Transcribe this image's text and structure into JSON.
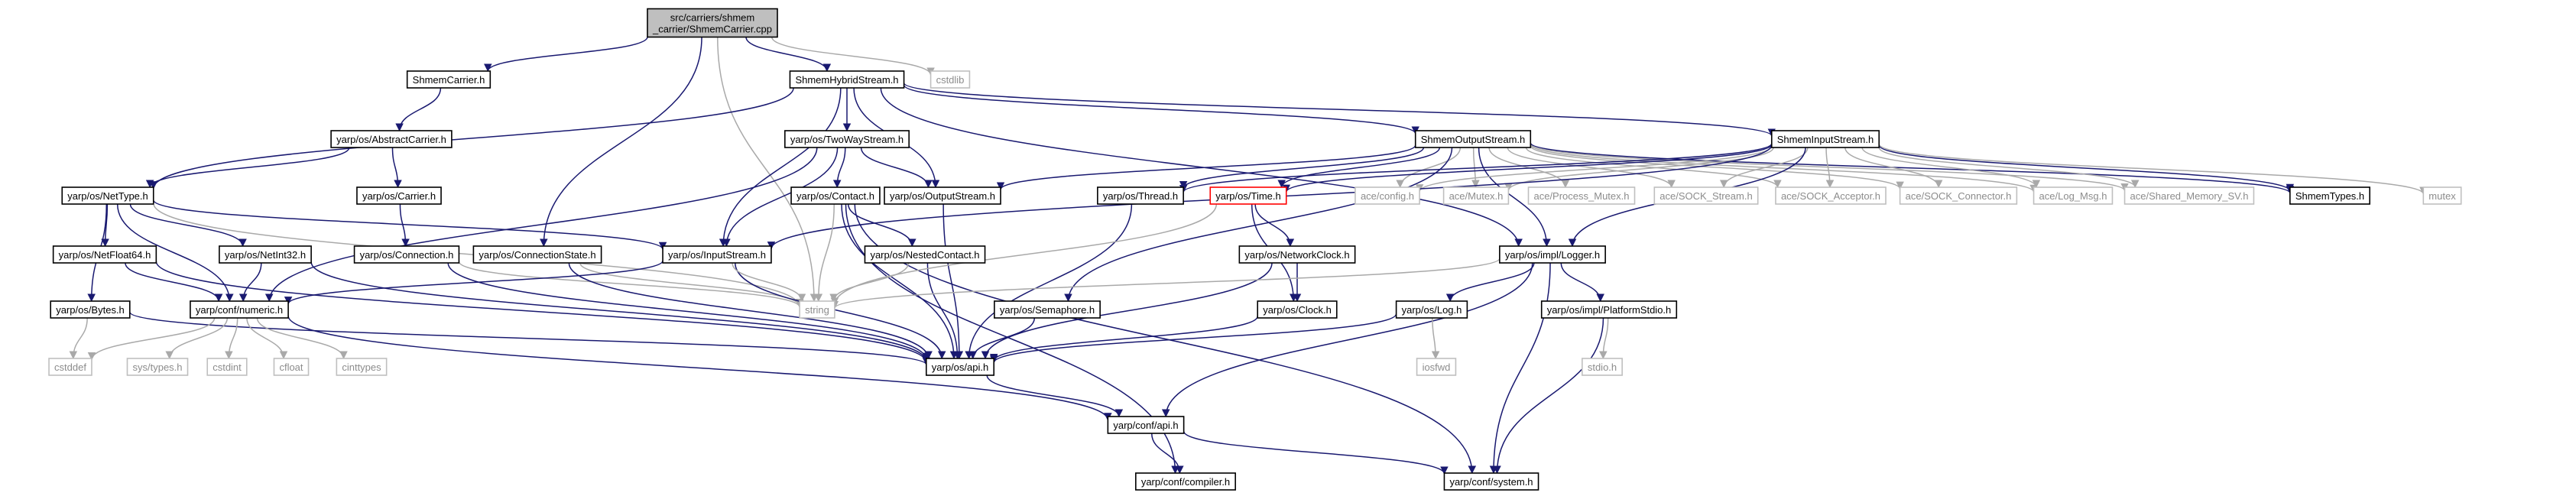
{
  "graph": {
    "root": "root",
    "colors": {
      "edge": "#191970",
      "weak_edge": "#a9a9a9",
      "node_border": "#000000",
      "external_border": "#bfbfbf",
      "external_text": "#8c8c8c",
      "missing_border": "#ff0000",
      "root_fill": "#bfbfbf",
      "node_fill": "#ffffff"
    },
    "nodes": [
      {
        "id": "root",
        "lines": [
          "src/carriers/shmem",
          "_carrier/ShmemCarrier.cpp"
        ],
        "kind": "root"
      },
      {
        "id": "shmemcarrier",
        "lines": [
          "ShmemCarrier.h"
        ],
        "kind": "normal"
      },
      {
        "id": "hybrid",
        "lines": [
          "ShmemHybridStream.h"
        ],
        "kind": "normal"
      },
      {
        "id": "cstdlib",
        "lines": [
          "cstdlib"
        ],
        "kind": "external"
      },
      {
        "id": "abstractcarrier",
        "lines": [
          "yarp/os/AbstractCarrier.h"
        ],
        "kind": "normal"
      },
      {
        "id": "twoway",
        "lines": [
          "yarp/os/TwoWayStream.h"
        ],
        "kind": "normal"
      },
      {
        "id": "shmout",
        "lines": [
          "ShmemOutputStream.h"
        ],
        "kind": "normal"
      },
      {
        "id": "shmin",
        "lines": [
          "ShmemInputStream.h"
        ],
        "kind": "normal"
      },
      {
        "id": "nettype",
        "lines": [
          "yarp/os/NetType.h"
        ],
        "kind": "normal"
      },
      {
        "id": "carrier",
        "lines": [
          "yarp/os/Carrier.h"
        ],
        "kind": "normal"
      },
      {
        "id": "contact",
        "lines": [
          "yarp/os/Contact.h"
        ],
        "kind": "normal"
      },
      {
        "id": "outputstream",
        "lines": [
          "yarp/os/OutputStream.h"
        ],
        "kind": "normal"
      },
      {
        "id": "thread",
        "lines": [
          "yarp/os/Thread.h"
        ],
        "kind": "normal"
      },
      {
        "id": "time",
        "lines": [
          "yarp/os/Time.h"
        ],
        "kind": "missing"
      },
      {
        "id": "aceconfig",
        "lines": [
          "ace/config.h"
        ],
        "kind": "external"
      },
      {
        "id": "acemutex",
        "lines": [
          "ace/Mutex.h"
        ],
        "kind": "external"
      },
      {
        "id": "aceprocmutex",
        "lines": [
          "ace/Process_Mutex.h"
        ],
        "kind": "external"
      },
      {
        "id": "acesockstream",
        "lines": [
          "ace/SOCK_Stream.h"
        ],
        "kind": "external"
      },
      {
        "id": "acesockacceptor",
        "lines": [
          "ace/SOCK_Acceptor.h"
        ],
        "kind": "external"
      },
      {
        "id": "acesockconnector",
        "lines": [
          "ace/SOCK_Connector.h"
        ],
        "kind": "external"
      },
      {
        "id": "acelogmsg",
        "lines": [
          "ace/Log_Msg.h"
        ],
        "kind": "external"
      },
      {
        "id": "aceshm",
        "lines": [
          "ace/Shared_Memory_SV.h"
        ],
        "kind": "external"
      },
      {
        "id": "shmemtypes",
        "lines": [
          "ShmemTypes.h"
        ],
        "kind": "normal"
      },
      {
        "id": "mutex",
        "lines": [
          "mutex"
        ],
        "kind": "external"
      },
      {
        "id": "netfloat64",
        "lines": [
          "yarp/os/NetFloat64.h"
        ],
        "kind": "normal"
      },
      {
        "id": "netint32",
        "lines": [
          "yarp/os/NetInt32.h"
        ],
        "kind": "normal"
      },
      {
        "id": "connection",
        "lines": [
          "yarp/os/Connection.h"
        ],
        "kind": "normal"
      },
      {
        "id": "connectionstate",
        "lines": [
          "yarp/os/ConnectionState.h"
        ],
        "kind": "normal"
      },
      {
        "id": "inputstream",
        "lines": [
          "yarp/os/InputStream.h"
        ],
        "kind": "normal"
      },
      {
        "id": "nestedcontact",
        "lines": [
          "yarp/os/NestedContact.h"
        ],
        "kind": "normal"
      },
      {
        "id": "networkclock",
        "lines": [
          "yarp/os/NetworkClock.h"
        ],
        "kind": "normal"
      },
      {
        "id": "logger",
        "lines": [
          "yarp/os/impl/Logger.h"
        ],
        "kind": "normal"
      },
      {
        "id": "bytes",
        "lines": [
          "yarp/os/Bytes.h"
        ],
        "kind": "normal"
      },
      {
        "id": "numeric",
        "lines": [
          "yarp/conf/numeric.h"
        ],
        "kind": "normal"
      },
      {
        "id": "string",
        "lines": [
          "string"
        ],
        "kind": "external"
      },
      {
        "id": "semaphore",
        "lines": [
          "yarp/os/Semaphore.h"
        ],
        "kind": "normal"
      },
      {
        "id": "clock",
        "lines": [
          "yarp/os/Clock.h"
        ],
        "kind": "normal"
      },
      {
        "id": "log",
        "lines": [
          "yarp/os/Log.h"
        ],
        "kind": "normal"
      },
      {
        "id": "platformstdio",
        "lines": [
          "yarp/os/impl/PlatformStdio.h"
        ],
        "kind": "normal"
      },
      {
        "id": "cstddef",
        "lines": [
          "cstddef"
        ],
        "kind": "external"
      },
      {
        "id": "systypes",
        "lines": [
          "sys/types.h"
        ],
        "kind": "external"
      },
      {
        "id": "cstdint",
        "lines": [
          "cstdint"
        ],
        "kind": "external"
      },
      {
        "id": "cfloat",
        "lines": [
          "cfloat"
        ],
        "kind": "external"
      },
      {
        "id": "cinttypes",
        "lines": [
          "cinttypes"
        ],
        "kind": "external"
      },
      {
        "id": "osapi",
        "lines": [
          "yarp/os/api.h"
        ],
        "kind": "normal"
      },
      {
        "id": "iosfwd",
        "lines": [
          "iosfwd"
        ],
        "kind": "external"
      },
      {
        "id": "stdioh",
        "lines": [
          "stdio.h"
        ],
        "kind": "external"
      },
      {
        "id": "confapi",
        "lines": [
          "yarp/conf/api.h"
        ],
        "kind": "normal"
      },
      {
        "id": "compiler",
        "lines": [
          "yarp/conf/compiler.h"
        ],
        "kind": "normal"
      },
      {
        "id": "system",
        "lines": [
          "yarp/conf/system.h"
        ],
        "kind": "normal"
      }
    ],
    "edges": [
      [
        "root",
        "shmemcarrier"
      ],
      [
        "root",
        "hybrid"
      ],
      [
        "root",
        "cstdlib"
      ],
      [
        "root",
        "connectionstate"
      ],
      [
        "root",
        "string"
      ],
      [
        "shmemcarrier",
        "abstractcarrier"
      ],
      [
        "abstractcarrier",
        "nettype"
      ],
      [
        "abstractcarrier",
        "carrier"
      ],
      [
        "hybrid",
        "nettype"
      ],
      [
        "hybrid",
        "twoway"
      ],
      [
        "hybrid",
        "shmout"
      ],
      [
        "hybrid",
        "shmin"
      ],
      [
        "hybrid",
        "outputstream"
      ],
      [
        "hybrid",
        "inputstream"
      ],
      [
        "hybrid",
        "logger"
      ],
      [
        "twoway",
        "inputstream"
      ],
      [
        "twoway",
        "outputstream"
      ],
      [
        "twoway",
        "contact"
      ],
      [
        "twoway",
        "numeric"
      ],
      [
        "shmout",
        "outputstream"
      ],
      [
        "shmout",
        "thread"
      ],
      [
        "shmout",
        "time"
      ],
      [
        "shmout",
        "aceconfig"
      ],
      [
        "shmout",
        "acemutex"
      ],
      [
        "shmout",
        "aceprocmutex"
      ],
      [
        "shmout",
        "acesockstream"
      ],
      [
        "shmout",
        "acesockacceptor"
      ],
      [
        "shmout",
        "acesockconnector"
      ],
      [
        "shmout",
        "acelogmsg"
      ],
      [
        "shmout",
        "aceshm"
      ],
      [
        "shmout",
        "shmemtypes"
      ],
      [
        "shmout",
        "semaphore"
      ],
      [
        "shmout",
        "logger"
      ],
      [
        "shmin",
        "time"
      ],
      [
        "shmin",
        "aceconfig"
      ],
      [
        "shmin",
        "acemutex"
      ],
      [
        "shmin",
        "acesockstream"
      ],
      [
        "shmin",
        "acesockacceptor"
      ],
      [
        "shmin",
        "acesockconnector"
      ],
      [
        "shmin",
        "acelogmsg"
      ],
      [
        "shmin",
        "aceshm"
      ],
      [
        "shmin",
        "shmemtypes"
      ],
      [
        "shmin",
        "mutex"
      ],
      [
        "shmin",
        "inputstream"
      ],
      [
        "shmin",
        "logger"
      ],
      [
        "shmin",
        "thread"
      ],
      [
        "nettype",
        "netfloat64"
      ],
      [
        "nettype",
        "netint32"
      ],
      [
        "nettype",
        "bytes"
      ],
      [
        "nettype",
        "numeric"
      ],
      [
        "nettype",
        "inputstream"
      ],
      [
        "nettype",
        "string"
      ],
      [
        "carrier",
        "connection"
      ],
      [
        "connection",
        "string"
      ],
      [
        "connection",
        "osapi"
      ],
      [
        "connectionstate",
        "osapi"
      ],
      [
        "connectionstate",
        "string"
      ],
      [
        "inputstream",
        "numeric"
      ],
      [
        "inputstream",
        "osapi"
      ],
      [
        "inputstream",
        "string"
      ],
      [
        "contact",
        "string"
      ],
      [
        "contact",
        "nestedcontact"
      ],
      [
        "contact",
        "osapi"
      ],
      [
        "contact",
        "compiler"
      ],
      [
        "contact",
        "system"
      ],
      [
        "nestedcontact",
        "string"
      ],
      [
        "nestedcontact",
        "osapi"
      ],
      [
        "outputstream",
        "osapi"
      ],
      [
        "thread",
        "osapi"
      ],
      [
        "time",
        "networkclock"
      ],
      [
        "time",
        "clock"
      ],
      [
        "time",
        "string"
      ],
      [
        "networkclock",
        "clock"
      ],
      [
        "networkclock",
        "osapi"
      ],
      [
        "clock",
        "osapi"
      ],
      [
        "logger",
        "string"
      ],
      [
        "logger",
        "log"
      ],
      [
        "logger",
        "platformstdio"
      ],
      [
        "logger",
        "confapi"
      ],
      [
        "logger",
        "system"
      ],
      [
        "log",
        "osapi"
      ],
      [
        "log",
        "iosfwd"
      ],
      [
        "platformstdio",
        "stdioh"
      ],
      [
        "platformstdio",
        "system"
      ],
      [
        "semaphore",
        "osapi"
      ],
      [
        "netfloat64",
        "numeric"
      ],
      [
        "netfloat64",
        "osapi"
      ],
      [
        "netint32",
        "numeric"
      ],
      [
        "netint32",
        "osapi"
      ],
      [
        "bytes",
        "cstddef"
      ],
      [
        "bytes",
        "osapi"
      ],
      [
        "numeric",
        "cstddef"
      ],
      [
        "numeric",
        "systypes"
      ],
      [
        "numeric",
        "cstdint"
      ],
      [
        "numeric",
        "cfloat"
      ],
      [
        "numeric",
        "cinttypes"
      ],
      [
        "numeric",
        "confapi"
      ],
      [
        "osapi",
        "confapi"
      ],
      [
        "confapi",
        "compiler"
      ],
      [
        "confapi",
        "system"
      ]
    ]
  }
}
